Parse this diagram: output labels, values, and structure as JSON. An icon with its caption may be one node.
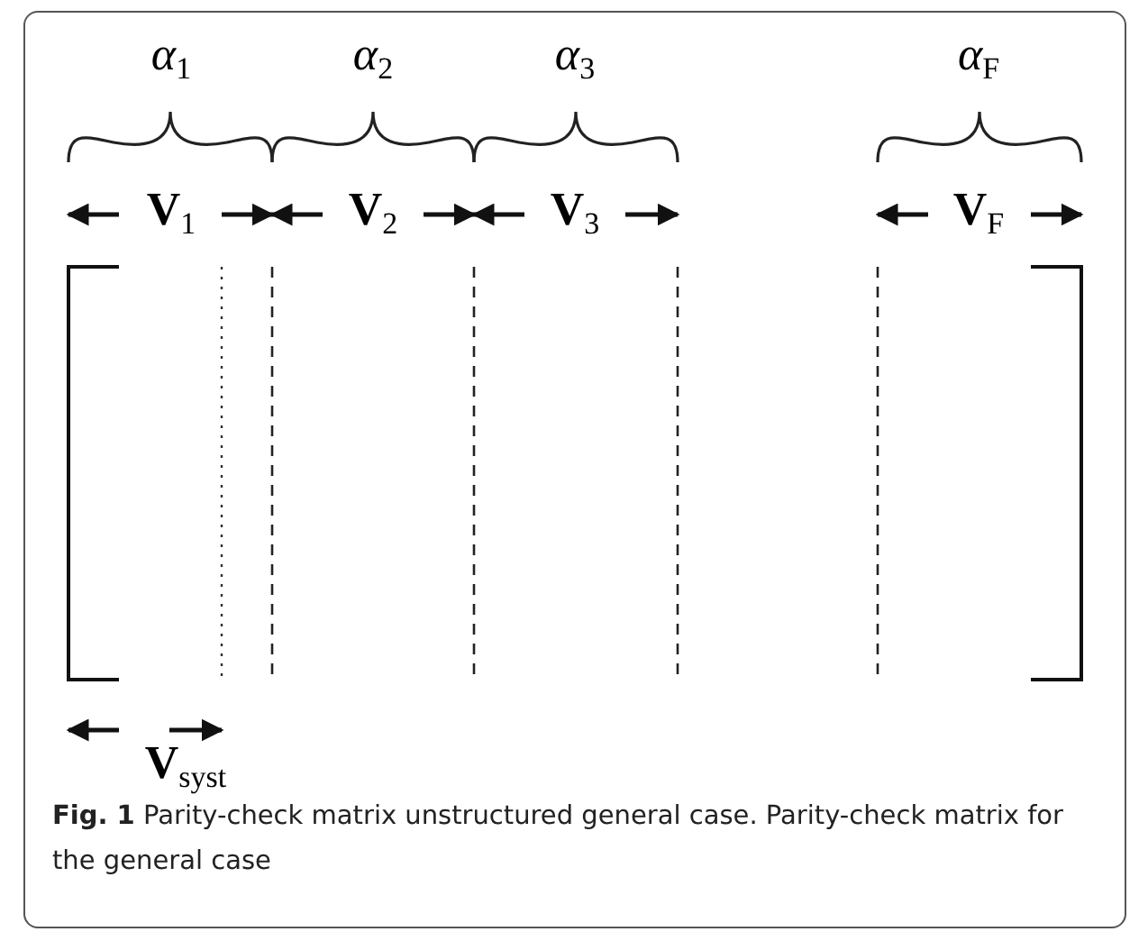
{
  "diagram": {
    "caption": "**Fig. 1** Parity-check matrix unstructured general case. Parity-check matrix for the general case",
    "labels": [
      "α$_{1}$",
      "α$_{2}$",
      "α$_{3}$",
      "α$_{F}$",
      "**V**$_{1}$",
      "**V**$_{2}$",
      "**V**$_{3}$",
      "**V**$_{F}$",
      "**V**$_{syst}$"
    ]
  }
}
